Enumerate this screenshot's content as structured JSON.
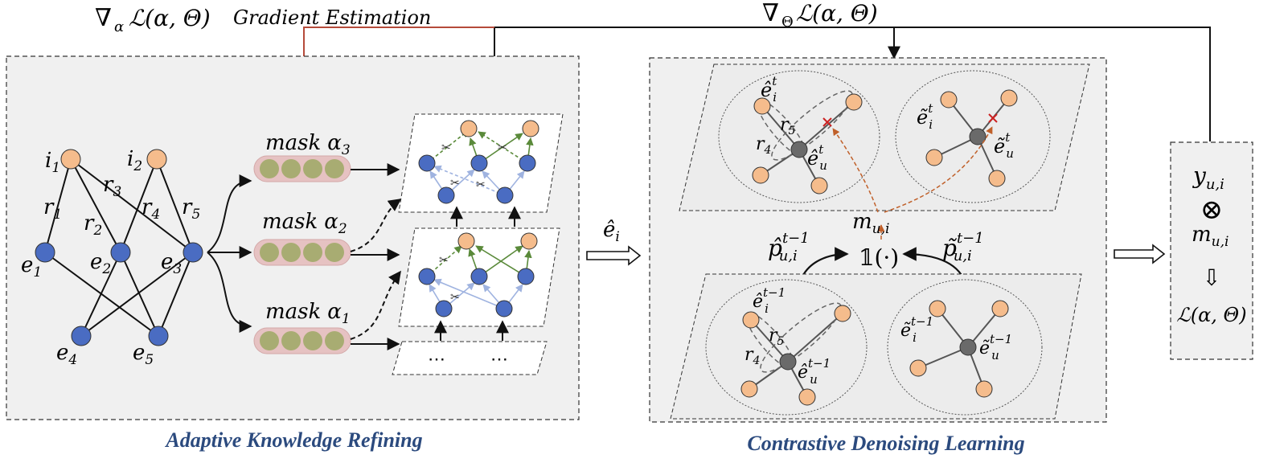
{
  "colors": {
    "panel_fill": "#f0f0f0",
    "entity_blue": "#4a6cc2",
    "item_orange": "#f5bc8c",
    "user_gray": "#6a6a6a",
    "mask_pink": "#e6c2c2",
    "mask_dot": "#a8ac72",
    "green_edge": "#5a8a3a",
    "blue_edge": "#9fb3e0",
    "red_line": "#b54a3a",
    "brown_dash": "#c0602a",
    "caption_blue": "#2b4a7e"
  },
  "icons": {
    "scissors": "scissors-icon",
    "cross": "cross-mark-icon",
    "otimes": "circled-times-icon",
    "hollow_arrow": "hollow-arrow-icon"
  },
  "top": {
    "grad_alpha_sym": "∇",
    "grad_alpha_sub": "α",
    "grad_alpha_loss": "ℒ(α, Θ)",
    "grad_alpha_label": "Gradient Estimation",
    "grad_theta_sym": "∇",
    "grad_theta_sub": "Θ",
    "grad_theta_loss": "ℒ(α, Θ)"
  },
  "left": {
    "caption": "Adaptive Knowledge Refining",
    "nodes": [
      {
        "b": "i",
        "s": "1"
      },
      {
        "b": "i",
        "s": "2"
      },
      {
        "b": "e",
        "s": "1"
      },
      {
        "b": "e",
        "s": "2"
      },
      {
        "b": "e",
        "s": "3"
      },
      {
        "b": "e",
        "s": "4"
      },
      {
        "b": "e",
        "s": "5"
      }
    ],
    "relations": [
      {
        "b": "r",
        "s": "1"
      },
      {
        "b": "r",
        "s": "2"
      },
      {
        "b": "r",
        "s": "3"
      },
      {
        "b": "r",
        "s": "4"
      },
      {
        "b": "r",
        "s": "5"
      }
    ],
    "masks": [
      {
        "word": "mask",
        "sym": "α",
        "sub": "3"
      },
      {
        "word": "mask",
        "sym": "α",
        "sub": "2"
      },
      {
        "word": "mask",
        "sym": "α",
        "sub": "1"
      }
    ],
    "ellipsis": "⋯"
  },
  "middle": {
    "arrow_label_base": "ê",
    "arrow_label_sub": "i"
  },
  "right": {
    "caption": "Contrastive Denoising Learning",
    "top_left": {
      "item_base": "ê",
      "item_sub": "i",
      "item_sup": "t",
      "user_base": "ê",
      "user_sub": "u",
      "user_sup": "t",
      "r4": "r",
      "r4_sub": "4",
      "r5": "r",
      "r5_sub": "5"
    },
    "top_right": {
      "item_base": "ẽ",
      "item_sub": "i",
      "item_sup": "t",
      "user_base": "ẽ",
      "user_sub": "u",
      "user_sup": "t"
    },
    "bottom_left": {
      "item_base": "ê",
      "item_sub": "i",
      "item_sup": "t−1",
      "user_base": "ê",
      "user_sub": "u",
      "user_sup": "t−1",
      "r4": "r",
      "r4_sub": "4",
      "r5": "r",
      "r5_sub": "5"
    },
    "bottom_right": {
      "item_base": "ẽ",
      "item_sub": "i",
      "item_sup": "t−1",
      "user_base": "ẽ",
      "user_sub": "u",
      "user_sup": "t−1"
    },
    "m_base": "m",
    "m_sub": "u,i",
    "indicator": "𝟙(·)",
    "p_hat_base": "p̂",
    "p_hat_sub": "u,i",
    "p_hat_sup": "t−1",
    "p_tilde_base": "p̃",
    "p_tilde_sub": "u,i",
    "p_tilde_sup": "t−1"
  },
  "far_right": {
    "y_base": "y",
    "y_sub": "u,i",
    "otimes": "⊗",
    "m_base": "m",
    "m_sub": "u,i",
    "down_arrow": "⇩",
    "loss": "ℒ(α, Θ)"
  }
}
